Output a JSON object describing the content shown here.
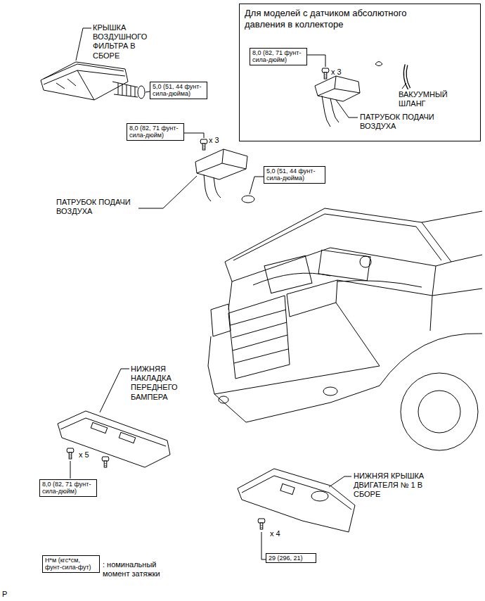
{
  "diagram": {
    "nodes": [
      {
        "text": [
          "Для моделей с датчиком абсолютного давления в коллекторе"
        ]
      },
      {
        "text": [
          "8,0 (82, 71 фунт-сила-дюйм)"
        ],
        "in": 0
      },
      {
        "text": [
          "5,0 (51, 44 фунт-сила-дюйма)"
        ]
      },
      {
        "text": [
          "8,0 (82, 71 фунт-сила-дюйм)"
        ]
      },
      {
        "text": [
          "5,0 (51, 44 фунт-сила-дюйма)"
        ]
      },
      {
        "text": [
          "8,0 (82, 71 фунт-сила-дюйм)"
        ]
      },
      {
        "text": [
          "29 (296, 21)"
        ]
      },
      {
        "text": [
          "Н*м (кгс*см, фунт-сила-фут)"
        ]
      }
    ],
    "labels": [
      "КРЫШКА ВОЗДУШНОГО ФИЛЬТРА В СБОРЕ",
      "x 3",
      "ВАКУУМНЫЙ ШЛАНГ",
      "ПАТРУБОК ПОДАЧИ ВОЗДУХА",
      "x 3",
      "ПАТРУБОК ПОДАЧИ ВОЗДУХА",
      "НИЖНЯЯ НАКЛАДКА ПЕРЕДНЕГО БАМПЕРА",
      "x 5",
      "НИЖНЯЯ КРЫШКА ДВИГАТЕЛЯ № 1 В СБОРЕ",
      "x 4",
      ": номинальный момент затяжки",
      "P"
    ]
  }
}
